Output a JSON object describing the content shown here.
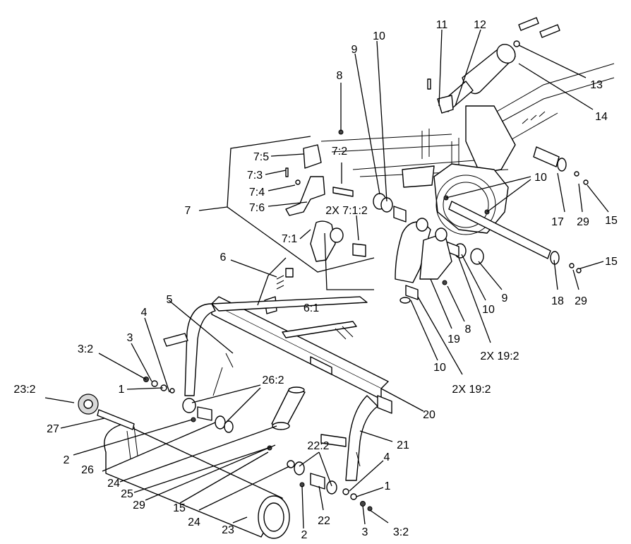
{
  "diagram": {
    "labels": {
      "c1": "1",
      "c1b": "1",
      "c2": "2",
      "c2b": "2",
      "c3": "3",
      "c3b": "3",
      "c3_2": "3:2",
      "c3_2b": "3:2",
      "c4": "4",
      "c4b": "4",
      "c5": "5",
      "c6": "6",
      "c6_1": "6:1",
      "c7": "7",
      "c7_1": "7:1",
      "c7_2": "7:2",
      "c7_3": "7:3",
      "c7_4": "7:4",
      "c7_5": "7:5",
      "c7_6": "7:6",
      "c7_1_2": "2X 7:1:2",
      "c8": "8",
      "c8b": "8",
      "c9": "9",
      "c9b": "9",
      "c10a": "10",
      "c10b": "10",
      "c10c": "10",
      "c10d": "10",
      "c11": "11",
      "c12": "12",
      "c13": "13",
      "c14": "14",
      "c15a": "15",
      "c15b": "15",
      "c15c": "15",
      "c17": "17",
      "c18": "18",
      "c19": "19",
      "c19_2a": "2X 19:2",
      "c19_2b": "2X 19:2",
      "c20": "20",
      "c21": "21",
      "c22": "22",
      "c22_2": "22:2",
      "c23": "23",
      "c23_2": "23:2",
      "c24a": "24",
      "c24b": "24",
      "c25": "25",
      "c26": "26",
      "c26_2": "26:2",
      "c27": "27",
      "c29a": "29",
      "c29b": "29",
      "c29c": "29"
    }
  }
}
